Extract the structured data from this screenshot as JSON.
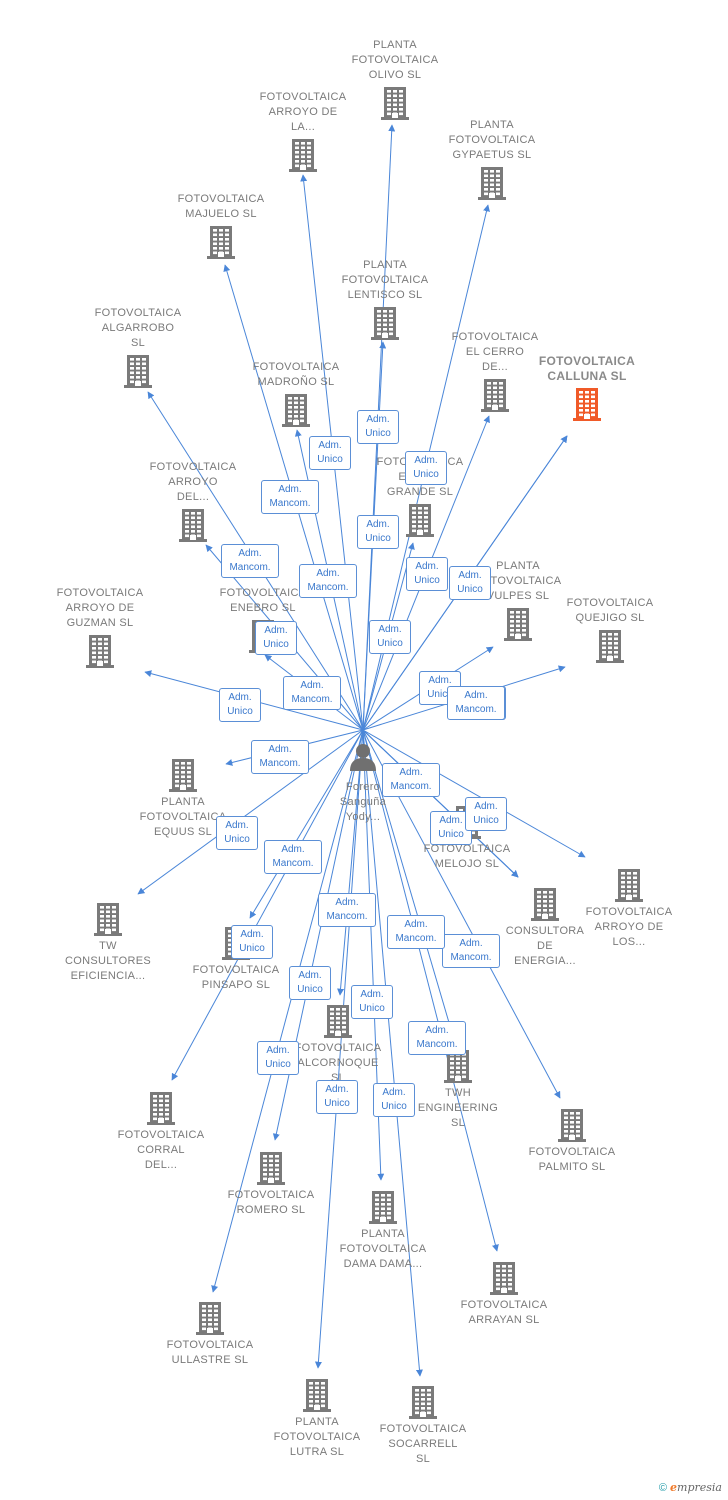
{
  "colors": {
    "edge": "#4a86d8",
    "building": "#7a7a7a",
    "focus": "#f05a28",
    "person": "#707070"
  },
  "center": {
    "label_lines": [
      "Forero",
      "Sanguña",
      "Yody..."
    ]
  },
  "nodes": [
    {
      "id": "n1",
      "lines": [
        "PLANTA",
        "FOTOVOLTAICA",
        "OLIVO  SL"
      ]
    },
    {
      "id": "n2",
      "lines": [
        "FOTOVOLTAICA",
        "ARROYO DE",
        "LA..."
      ]
    },
    {
      "id": "n3",
      "lines": [
        "PLANTA",
        "FOTOVOLTAICA",
        "GYPAETUS  SL"
      ]
    },
    {
      "id": "n4",
      "lines": [
        "FOTOVOLTAICA",
        "MAJUELO  SL"
      ]
    },
    {
      "id": "n5",
      "lines": [
        "PLANTA",
        "FOTOVOLTAICA",
        "LENTISCO  SL"
      ]
    },
    {
      "id": "n6",
      "lines": [
        "FOTOVOLTAICA",
        "ALGARROBO",
        "SL"
      ]
    },
    {
      "id": "n7",
      "lines": [
        "FOTOVOLTAICA",
        "EL CERRO",
        "DE..."
      ]
    },
    {
      "id": "n8",
      "lines": [
        "FOTOVOLTAICA",
        "CALLUNA  SL"
      ],
      "focus": true
    },
    {
      "id": "n9",
      "lines": [
        "FOTOVOLTAICA",
        "MADROÑO  SL"
      ]
    },
    {
      "id": "n10",
      "lines": [
        "FOTOVOLTAICA",
        "ARROYO",
        "DEL..."
      ]
    },
    {
      "id": "n11",
      "lines": [
        "FOTOVOLTAICA",
        "ENCINA",
        "GRANDE  SL"
      ]
    },
    {
      "id": "n12",
      "lines": [
        "PLANTA",
        "FOTOVOLTAICA",
        "VULPES  SL"
      ]
    },
    {
      "id": "n13",
      "lines": [
        "FOTOVOLTAICA",
        "ENEBRO  SL"
      ]
    },
    {
      "id": "n14",
      "lines": [
        "FOTOVOLTAICA",
        "ARROYO DE",
        "GUZMAN  SL"
      ]
    },
    {
      "id": "n15",
      "lines": [
        "FOTOVOLTAICA",
        "QUEJIGO  SL"
      ]
    },
    {
      "id": "n16",
      "lines": [
        "PLANTA",
        "FOTOVOLTAICA",
        "EQUUS  SL"
      ]
    },
    {
      "id": "n17",
      "lines": [
        "FOTOVOLTAICA",
        "MELOJO  SL"
      ]
    },
    {
      "id": "n18",
      "lines": [
        "FOTOVOLTAICA",
        "ARROYO DE",
        "LOS..."
      ]
    },
    {
      "id": "n19",
      "lines": [
        "TW",
        "CONSULTORES",
        "EFICIENCIA..."
      ]
    },
    {
      "id": "n20",
      "lines": [
        "CONSULTORA",
        "DE",
        "ENERGIA..."
      ]
    },
    {
      "id": "n21",
      "lines": [
        "FOTOVOLTAICA",
        "PINSAPO  SL"
      ]
    },
    {
      "id": "n22",
      "lines": [
        "FOTOVOLTAICA",
        "ALCORNOQUE",
        "SL"
      ]
    },
    {
      "id": "n23",
      "lines": [
        "TWH",
        "ENGINEERING",
        "SL"
      ]
    },
    {
      "id": "n24",
      "lines": [
        "FOTOVOLTAICA",
        "CORRAL",
        "DEL..."
      ]
    },
    {
      "id": "n25",
      "lines": [
        "FOTOVOLTAICA",
        "PALMITO  SL"
      ]
    },
    {
      "id": "n26",
      "lines": [
        "FOTOVOLTAICA",
        "ROMERO  SL"
      ]
    },
    {
      "id": "n27",
      "lines": [
        "PLANTA",
        "FOTOVOLTAICA",
        "DAMA DAMA..."
      ]
    },
    {
      "id": "n28",
      "lines": [
        "FOTOVOLTAICA",
        "ARRAYAN  SL"
      ]
    },
    {
      "id": "n29",
      "lines": [
        "FOTOVOLTAICA",
        "ULLASTRE  SL"
      ]
    },
    {
      "id": "n30",
      "lines": [
        "PLANTA",
        "FOTOVOLTAICA",
        "LUTRA  SL"
      ]
    },
    {
      "id": "n31",
      "lines": [
        "FOTOVOLTAICA",
        "SOCARRELL",
        "SL"
      ]
    }
  ],
  "edges": [
    {
      "to": "n1",
      "role": [
        "Adm.",
        "Unico"
      ]
    },
    {
      "to": "n2",
      "role": [
        "Adm.",
        "Unico"
      ]
    },
    {
      "to": "n3",
      "role": [
        "Adm.",
        "Unico"
      ]
    },
    {
      "to": "n4",
      "role": [
        "Adm.",
        "Mancom."
      ]
    },
    {
      "to": "n5",
      "role": [
        "Adm.",
        "Unico"
      ]
    },
    {
      "to": "n6",
      "role": [
        "Adm.",
        "Mancom."
      ]
    },
    {
      "to": "n7",
      "role": [
        "Adm.",
        "Unico"
      ]
    },
    {
      "to": "n8",
      "role": [
        "Adm.",
        "Unico"
      ]
    },
    {
      "to": "n9",
      "role": [
        "Adm.",
        "Mancom."
      ]
    },
    {
      "to": "n10",
      "role": [
        "Adm.",
        "Unico"
      ]
    },
    {
      "to": "n11",
      "role": [
        "Adm.",
        "Unico"
      ]
    },
    {
      "to": "n12",
      "role": [
        "Adm.",
        "Unico"
      ]
    },
    {
      "to": "n13",
      "role": [
        "Adm.",
        "Mancom."
      ]
    },
    {
      "to": "n14",
      "role": [
        "Adm.",
        "Unico"
      ]
    },
    {
      "to": "n15",
      "role": [
        "Adm.",
        "Mancom."
      ]
    },
    {
      "to": "n16",
      "role": [
        "Adm.",
        "Mancom."
      ]
    },
    {
      "to": "n17",
      "role": [
        "Adm.",
        "Unico"
      ]
    },
    {
      "to": "n18",
      "role": [
        "Adm.",
        "Unico"
      ]
    },
    {
      "to": "n19",
      "role": [
        "Adm.",
        "Unico"
      ]
    },
    {
      "to": "n20",
      "role": [
        "Adm.",
        "Mancom."
      ]
    },
    {
      "to": "n21",
      "role": [
        "Adm.",
        "Mancom."
      ]
    },
    {
      "to": "n22",
      "role": [
        "Adm.",
        "Unico"
      ]
    },
    {
      "to": "n23",
      "role": [
        "Adm.",
        "Mancom."
      ]
    },
    {
      "to": "n24",
      "role": [
        "Adm.",
        "Unico"
      ]
    },
    {
      "to": "n25",
      "role": [
        "Adm.",
        "Mancom."
      ]
    },
    {
      "to": "n26",
      "role": [
        "Adm.",
        "Unico"
      ]
    },
    {
      "to": "n27",
      "role": [
        "Adm.",
        "Unico"
      ]
    },
    {
      "to": "n28",
      "role": [
        "Adm.",
        "Mancom."
      ]
    },
    {
      "to": "n29",
      "role": [
        "Adm.",
        "Unico"
      ]
    },
    {
      "to": "n30",
      "role": [
        "Adm.",
        "Unico"
      ]
    },
    {
      "to": "n31",
      "role": [
        "Adm.",
        "Unico"
      ]
    },
    {
      "to": "n8",
      "role": [
        "Adm.",
        "Mancom."
      ]
    },
    {
      "to": "n17",
      "role": [
        "Adm.",
        "Mancom."
      ]
    }
  ],
  "footer": {
    "copyright": "©",
    "brand_first": "e",
    "brand_rest": "mpresia"
  }
}
